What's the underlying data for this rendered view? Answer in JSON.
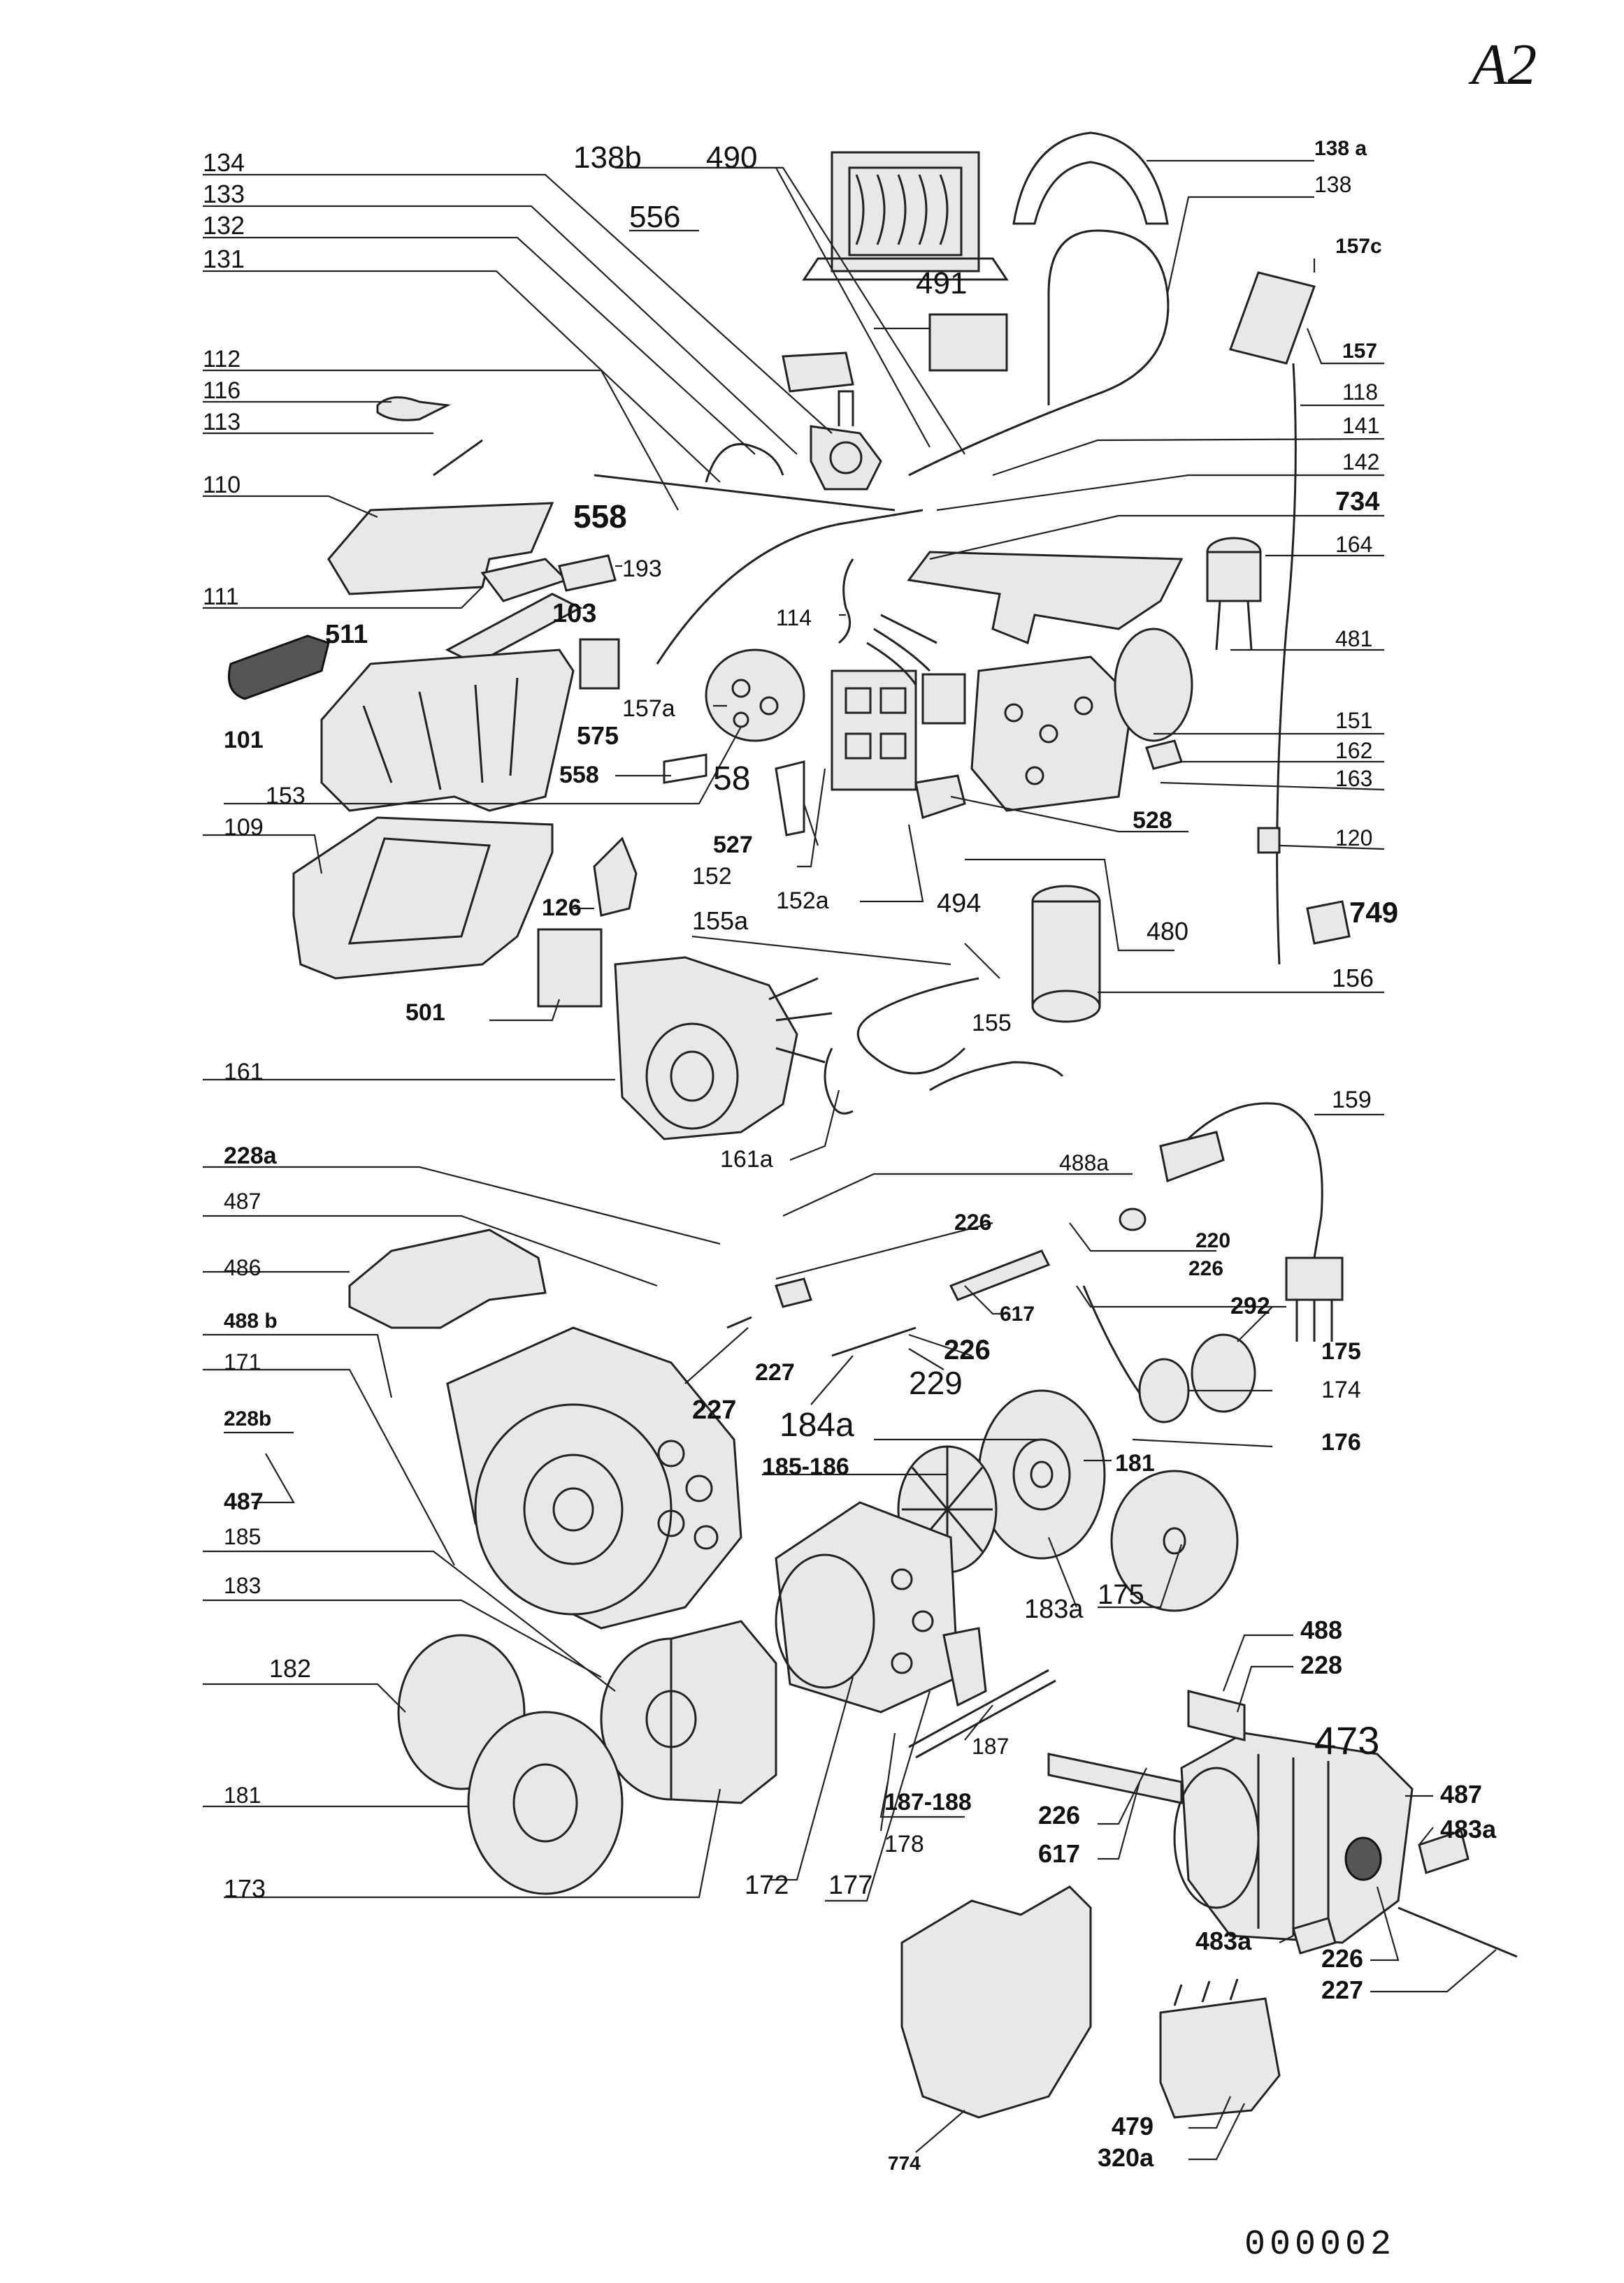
{
  "sheet_id": "A2",
  "document_number": "000002",
  "labels": {
    "l134": "134",
    "l133": "133",
    "l132": "132",
    "l131": "131",
    "l138b": "138b",
    "l490": "490",
    "l556": "556",
    "l491": "491",
    "l138a": "138 a",
    "l138": "138",
    "l157c": "157c",
    "l157": "157",
    "l118": "118",
    "l141": "141",
    "l142": "142",
    "l734": "734",
    "l164": "164",
    "l481": "481",
    "l151": "151",
    "l162": "162",
    "l163": "163",
    "l120": "120",
    "l749": "749",
    "l156": "156",
    "l480": "480",
    "l494": "494",
    "l155a": "155a",
    "l155": "155",
    "l152a": "152a",
    "l152": "152",
    "l527": "527",
    "l58": "58",
    "l528": "528",
    "l112": "112",
    "l116": "116",
    "l113": "113",
    "l110": "110",
    "l558a": "558",
    "l193": "193",
    "l111": "111",
    "l103": "103",
    "l511": "511",
    "l114": "114",
    "l575": "575",
    "l157a": "157a",
    "l101": "101",
    "l558b": "558",
    "l153": "153",
    "l109": "109",
    "l126": "126",
    "l501": "501",
    "l161": "161",
    "l161a": "161a",
    "l159": "159",
    "l228a": "228a",
    "l488a": "488a",
    "l487a": "487",
    "l226a": "226",
    "l486": "486",
    "l220": "220",
    "l226b": "226",
    "l617a": "617",
    "l292": "292",
    "l488b": "488 b",
    "l226c": "226",
    "l175a": "175",
    "l171": "171",
    "l227a": "227",
    "l229": "229",
    "l174": "174",
    "l227b": "227",
    "l184a": "184a",
    "l228b": "228b",
    "l176": "176",
    "l185_186": "185-186",
    "l181a": "181",
    "l487b": "487",
    "l185": "185",
    "l183a": "183a",
    "l175b": "175",
    "l183": "183",
    "l182": "182",
    "l488": "488",
    "l228": "228",
    "l473": "473",
    "l187": "187",
    "l487c": "487",
    "l187_188": "187-188",
    "l483a_a": "483a",
    "l226d": "226",
    "l617b": "617",
    "l181b": "181",
    "l178": "178",
    "l173": "173",
    "l172": "172",
    "l177": "177",
    "l483a_b": "483a",
    "l226e": "226",
    "l227c": "227",
    "l479": "479",
    "l320a": "320a",
    "l774": "774"
  }
}
